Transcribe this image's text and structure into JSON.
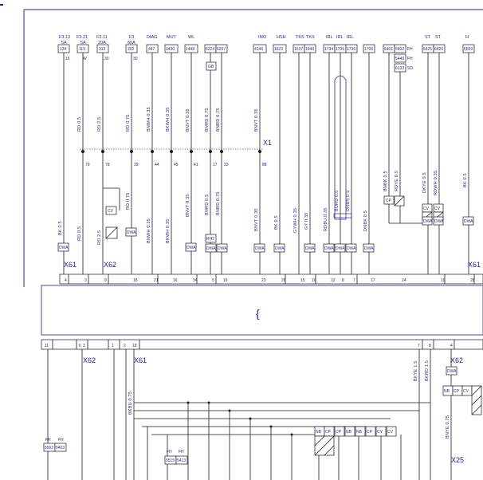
{
  "fuses": {
    "f1": {
      "name": "F3.13",
      "rating": "5A"
    },
    "f2": {
      "name": "F3.21",
      "rating": "5A"
    },
    "f3": {
      "name": "F2.11",
      "rating": "20A"
    },
    "f4": {
      "name": "F3",
      "rating": "60A"
    }
  },
  "feed_labels": {
    "diag": "DIAG",
    "mut": "MUT",
    "wl": "WL",
    "imo": "IMO",
    "hsh": "HSH",
    "tks1": "TKS",
    "tks2": "TKS",
    "irl1": "IRL",
    "irl2": "IRL",
    "irl3": "IRL",
    "st1": "ST",
    "st2": "ST",
    "h": "H"
  },
  "wire_numbers": {
    "w134": "134",
    "w119": "119",
    "w313": "313",
    "w302": "302",
    "w447": "447",
    "w1430": "1430",
    "w1448": "1448",
    "w6224": "6224",
    "w6207": "6207",
    "w4146": "4146",
    "w1623": "1623",
    "w1637": "1637",
    "w1640": "1640",
    "w1734": "1734",
    "w1735": "1735",
    "w1736": "1736",
    "w1706": "1706",
    "w5401": "5401",
    "w5402": "5402",
    "w5440": "5440",
    "w6133": "6133",
    "w5425": "5425",
    "w6426": "6426",
    "w6509": "6509",
    "wGB": "GB"
  },
  "top_pins": {
    "p15": "15",
    "pW": "W",
    "p30a": "30",
    "p30b": "30"
  },
  "side_labels": {
    "fh": "FH",
    "sd": "SD"
  },
  "junction_pins": {
    "j1": "79",
    "j2": "78",
    "j3": "39",
    "j4": "44",
    "j5": "45",
    "j6": "41",
    "j7": "17",
    "j8": "33",
    "j9": "88"
  },
  "wire_colors_top": {
    "c1": "RD 0.5",
    "c2": "RD 2.5",
    "c3": "RD 0.75",
    "c4": "BNWH 0.35",
    "c5": "BKWH 0.35",
    "c6": "BNVT 0.35",
    "c7": "BNRD 0.75",
    "c8": "BNRD 0.75",
    "c9": "BNVT 0.35"
  },
  "wire_colors_mid": {
    "m1": "BK 0.5",
    "m2": "RD 0.5",
    "m3": "RD 2.5",
    "m4": "RD 0.75",
    "m5": "BNWH 0.35",
    "m6": "BKWH 0.35",
    "m7": "BNVT 0.35",
    "m8": "BNRD 0.5",
    "m9": "BNRD 0.75",
    "m10": "BNVT 0.35",
    "m11": "BK 0.5",
    "m12": "GYWH 0.35",
    "m13": "GY 0.35",
    "m14": "RDBU 0.35",
    "m15": "BURD 0.5",
    "m16": "DNBN 0.5",
    "m17": "DNBK 0.5",
    "m18": "BNBK 0.5",
    "m19": "RDYE 0.5",
    "m20": "DKYE 0.5",
    "m21": "RDWH 0.35",
    "m22": "BK 0.5"
  },
  "connectors": {
    "x1": "X1",
    "x61a": "X61",
    "x62a": "X62",
    "x61b": "X61",
    "x62b": "X62",
    "x61c": "X61",
    "x62c": "X62",
    "x25": "X25"
  },
  "component_labels": {
    "dwa": "DWA",
    "cv": "CV",
    "cp": "CP",
    "rh2": "RH2",
    "nb": "NB",
    "fh1": "FH",
    "fh2": "FH"
  },
  "bottom_pins": {
    "b4": "4",
    "b3": "3",
    "b9": "9",
    "b18": "18",
    "b21": "21",
    "b16": "16",
    "b34": "34",
    "b5": "5",
    "b19": "19",
    "b23": "23",
    "b26": "26",
    "b15": "15",
    "b16b": "16",
    "b12": "12",
    "b8": "8",
    "b7": "7",
    "b17": "17",
    "b24": "24",
    "b11": "11",
    "b28": "28"
  },
  "lower_pins": {
    "l11": "11",
    "l6": "6",
    "l2": "2",
    "l1": "1",
    "l2b": "2",
    "l18": "18",
    "l7": "7",
    "l8": "8",
    "l4": "4"
  },
  "lower_wire_colors": {
    "lc1": "BKBU 0.75",
    "lc2": "BKYE 1.5",
    "lc3": "BKRD 1.5",
    "lc4": "BNYE 0.75"
  },
  "lower_boxes": {
    "a": "5502",
    "b": "5403",
    "c": "5515",
    "d": "5413"
  },
  "module_symbol": "{"
}
